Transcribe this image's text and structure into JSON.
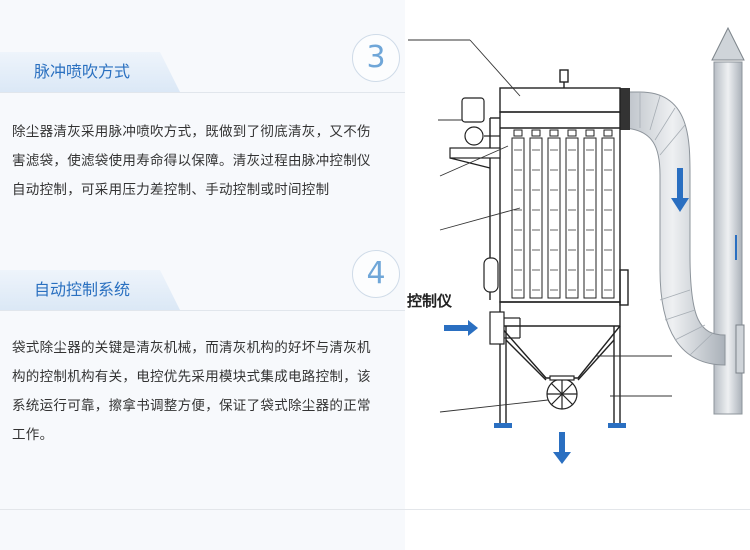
{
  "sections": [
    {
      "number": "3",
      "title": "脉冲喷吹方式",
      "text": "除尘器清灰采用脉冲喷吹方式，既做到了彻底清灰，又不伤害滤袋，使滤袋使用寿命得以保障。清灰过程由脉冲控制仪自动控制，可采用压力差控制、手动控制或时间控制"
    },
    {
      "number": "4",
      "title": "自动控制系统",
      "text": "袋式除尘器的关键是清灰机械，而清灰机构的好坏与清灰机构的控制机构有关，电控优先采用模块式集成电路控制，该系统运行可靠，擦拿书调整方便，保证了袋式除尘器的正常工作。"
    }
  ],
  "diagram": {
    "label": "控制仪",
    "colors": {
      "arrow": "#2a6fc1",
      "duct": "#c9ced4",
      "line": "#222222"
    }
  }
}
